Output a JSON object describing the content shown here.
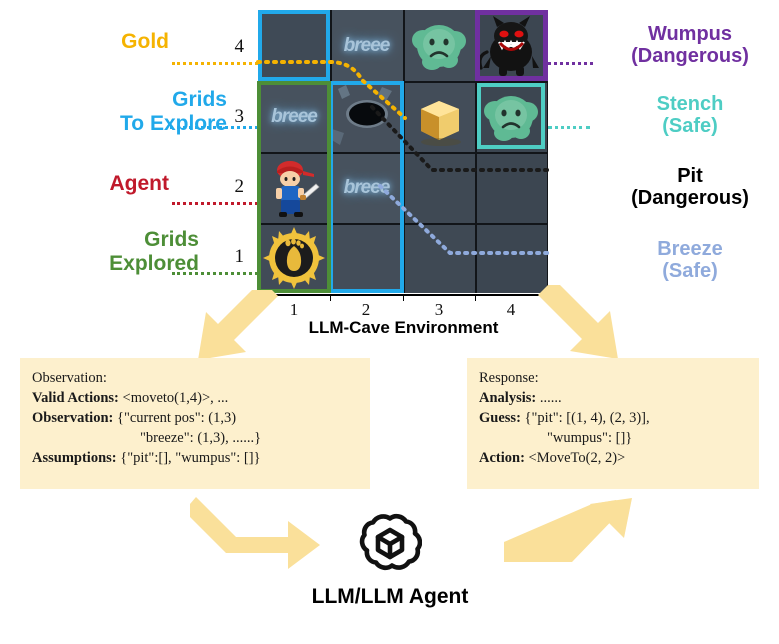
{
  "diagram": {
    "env_title": "LLM-Cave Environment",
    "agent_caption": "LLM/LLM Agent"
  },
  "left_labels": [
    {
      "id": "gold",
      "lines": [
        "Gold"
      ],
      "color": "#f5b301",
      "row": 4
    },
    {
      "id": "grids-to-explore",
      "lines": [
        "Grids",
        "To Explore"
      ],
      "color": "#21a9ea",
      "row": 3
    },
    {
      "id": "agent",
      "lines": [
        "Agent"
      ],
      "color": "#c0192b",
      "row": 2
    },
    {
      "id": "grids-explored",
      "lines": [
        "Grids",
        "Explored"
      ],
      "color": "#4d8e37",
      "row": 1
    }
  ],
  "right_labels": [
    {
      "id": "wumpus",
      "lines": [
        "Wumpus",
        "(Dangerous)"
      ],
      "color": "#7030a0"
    },
    {
      "id": "stench",
      "lines": [
        "Stench",
        "(Safe)"
      ],
      "color": "#4ecdc4"
    },
    {
      "id": "pit",
      "lines": [
        "Pit",
        "(Dangerous)"
      ],
      "color": "#000000"
    },
    {
      "id": "breeze",
      "lines": [
        "Breeze",
        "(Safe)"
      ],
      "color": "#8faadc"
    }
  ],
  "grid": {
    "columns": [
      "1",
      "2",
      "3",
      "4"
    ],
    "rows": [
      "4",
      "3",
      "2",
      "1"
    ],
    "cells": [
      {
        "col": 1,
        "row": 4,
        "content": "empty",
        "label": ""
      },
      {
        "col": 2,
        "row": 4,
        "content": "breeze",
        "label": "breee"
      },
      {
        "col": 3,
        "row": 4,
        "content": "stench",
        "label": ""
      },
      {
        "col": 4,
        "row": 4,
        "content": "wumpus",
        "label": ""
      },
      {
        "col": 1,
        "row": 3,
        "content": "breeze",
        "label": "breee"
      },
      {
        "col": 2,
        "row": 3,
        "content": "pit",
        "label": ""
      },
      {
        "col": 3,
        "row": 3,
        "content": "gold",
        "label": ""
      },
      {
        "col": 4,
        "row": 3,
        "content": "stench",
        "label": ""
      },
      {
        "col": 1,
        "row": 2,
        "content": "agent",
        "label": ""
      },
      {
        "col": 2,
        "row": 2,
        "content": "breeze",
        "label": "breee"
      },
      {
        "col": 3,
        "row": 2,
        "content": "empty",
        "label": ""
      },
      {
        "col": 4,
        "row": 2,
        "content": "empty",
        "label": ""
      },
      {
        "col": 1,
        "row": 1,
        "content": "explored",
        "label": ""
      },
      {
        "col": 2,
        "row": 1,
        "content": "empty",
        "label": ""
      },
      {
        "col": 3,
        "row": 1,
        "content": "empty",
        "label": ""
      },
      {
        "col": 4,
        "row": 1,
        "content": "empty",
        "label": ""
      }
    ],
    "highlights": [
      {
        "id": "to-explore-1-4",
        "color": "#21a9ea"
      },
      {
        "id": "to-explore-col2-rows1to3",
        "color": "#21a9ea"
      },
      {
        "id": "explored-col1-rows1to3",
        "color": "#4d8e37"
      },
      {
        "id": "wumpus-4-4",
        "color": "#7030a0"
      },
      {
        "id": "stench-4-3",
        "color": "#4ecdc4"
      }
    ]
  },
  "observation_box": {
    "title": "Observation:",
    "rows": [
      {
        "key": "Valid Actions:",
        "value": "<moveto(1,4)>, ..."
      },
      {
        "key": "Observation:",
        "value": "{\"current pos\": (1,3)"
      },
      {
        "key": "",
        "value": "\"breeze\": (1,3), ......}"
      },
      {
        "key": "Assumptions:",
        "value": "{\"pit\":[], \"wumpus\": []}"
      }
    ]
  },
  "response_box": {
    "title": "Response:",
    "rows": [
      {
        "key": "Analysis:",
        "value": "......"
      },
      {
        "key": "Guess:",
        "value": "{\"pit\": [(1, 4), (2, 3)],"
      },
      {
        "key": "",
        "value": "\"wumpus\": []}"
      },
      {
        "key": "Action:",
        "value": "<MoveTo(2, 2)>"
      }
    ]
  },
  "colors": {
    "arrow": "#fae09a",
    "box_bg": "#fdf0cd",
    "cave_bg": "#414b57"
  }
}
